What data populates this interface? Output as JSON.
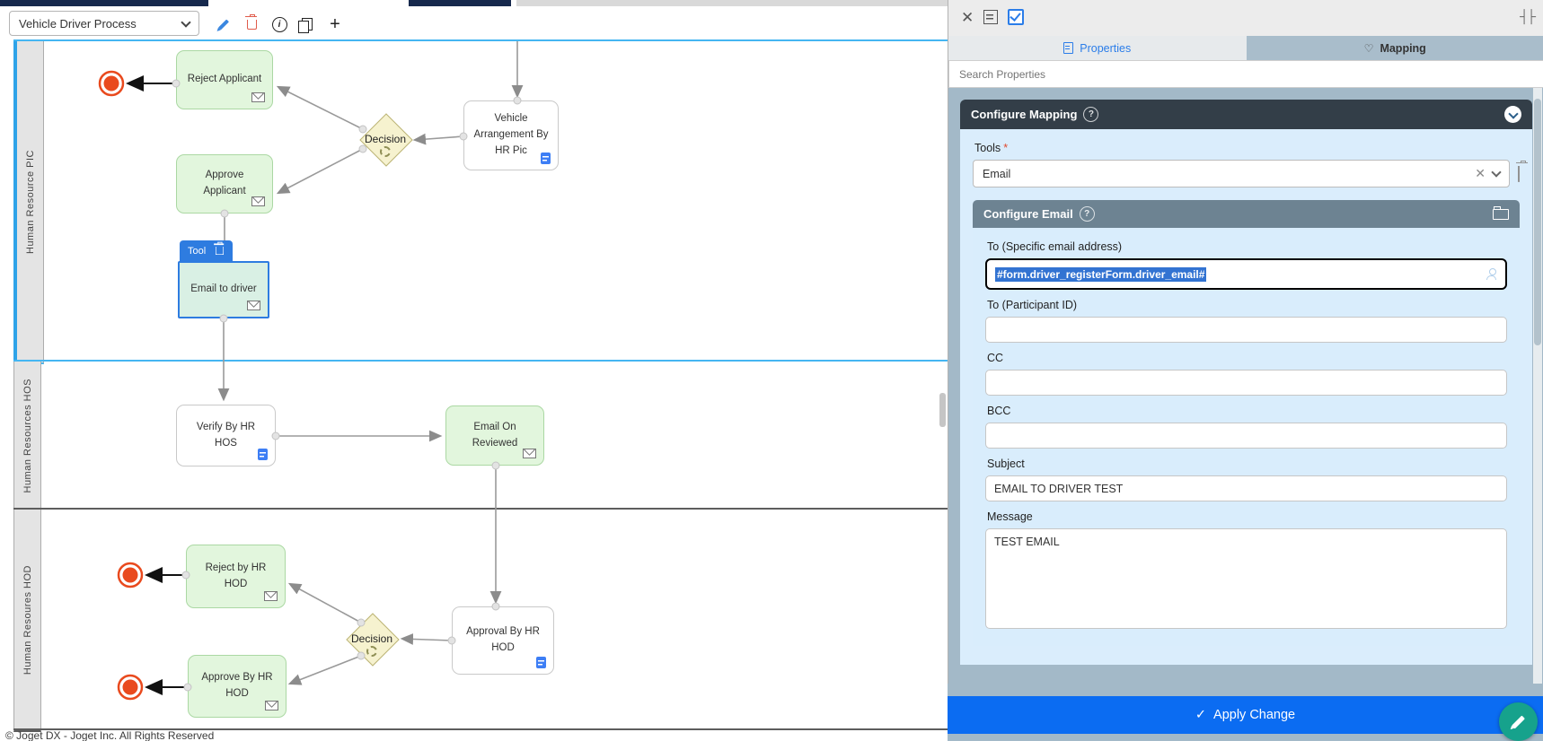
{
  "toolbar": {
    "process_selector_value": "Vehicle Driver Process"
  },
  "diagram": {
    "lanes": [
      {
        "label": "Human Resource PIC"
      },
      {
        "label": "Human Resources HOS"
      },
      {
        "label": "Human Resoures HOD"
      }
    ],
    "nodes": {
      "reject_applicant": "Reject Applicant",
      "approve_applicant": "Approve Applicant",
      "vehicle_arrangement": "Vehicle Arrangement By HR Pic",
      "decision1": "Decision",
      "tool_tag": "Tool",
      "email_to_driver": "Email to driver",
      "verify_hr_hos": "Verify By HR HOS",
      "email_on_reviewed": "Email On Reviewed",
      "reject_hr_hod": "Reject by HR HOD",
      "decision2": "Decision",
      "approval_hr_hod": "Approval By HR HOD",
      "approve_hr_hod": "Approve By HR HOD"
    }
  },
  "panel": {
    "tabs": {
      "properties": "Properties",
      "mapping": "Mapping"
    },
    "search_placeholder": "Search Properties",
    "configure_mapping": {
      "title": "Configure Mapping",
      "tools_label": "Tools",
      "tools_value": "Email"
    },
    "configure_email": {
      "title": "Configure Email",
      "fields": {
        "to_specific": {
          "label": "To (Specific email address)",
          "value": "#form.driver_registerForm.driver_email#"
        },
        "to_participant": {
          "label": "To (Participant ID)",
          "value": ""
        },
        "cc": {
          "label": "CC",
          "value": ""
        },
        "bcc": {
          "label": "BCC",
          "value": ""
        },
        "subject": {
          "label": "Subject",
          "value": "EMAIL TO DRIVER TEST"
        },
        "message": {
          "label": "Message",
          "value": "TEST EMAIL"
        }
      }
    },
    "apply_label": "Apply Change"
  },
  "colors": {
    "accent_blue": "#2e7ce0",
    "apply_blue": "#0b6cf2",
    "lane_selected_border": "#45b6f2",
    "end_event_red": "#e94a1e",
    "fab_green": "#16a28c",
    "selection_blue": "#3273d2"
  },
  "footer": "© Joget DX - Joget Inc. All Rights Reserved"
}
